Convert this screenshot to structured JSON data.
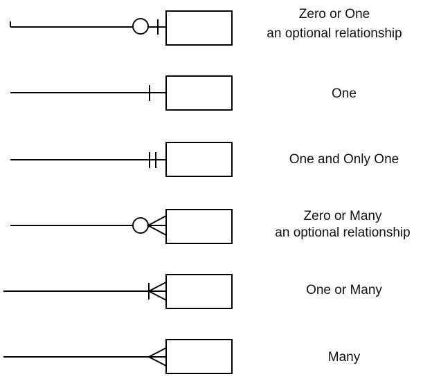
{
  "diagram": {
    "title": "",
    "rows": [
      {
        "notation": "zero-or-one",
        "line1": "Zero or One",
        "line2": "an optional relationship"
      },
      {
        "notation": "one",
        "line1": "One",
        "line2": ""
      },
      {
        "notation": "one-and-only-one",
        "line1": "One and Only One",
        "line2": ""
      },
      {
        "notation": "zero-or-many",
        "line1": "Zero or Many",
        "line2": "an optional relationship"
      },
      {
        "notation": "one-or-many",
        "line1": "One or Many",
        "line2": ""
      },
      {
        "notation": "many",
        "line1": "Many",
        "line2": ""
      }
    ]
  },
  "colors": {
    "stroke": "#000000",
    "text": "#111111",
    "background": "#ffffff"
  }
}
